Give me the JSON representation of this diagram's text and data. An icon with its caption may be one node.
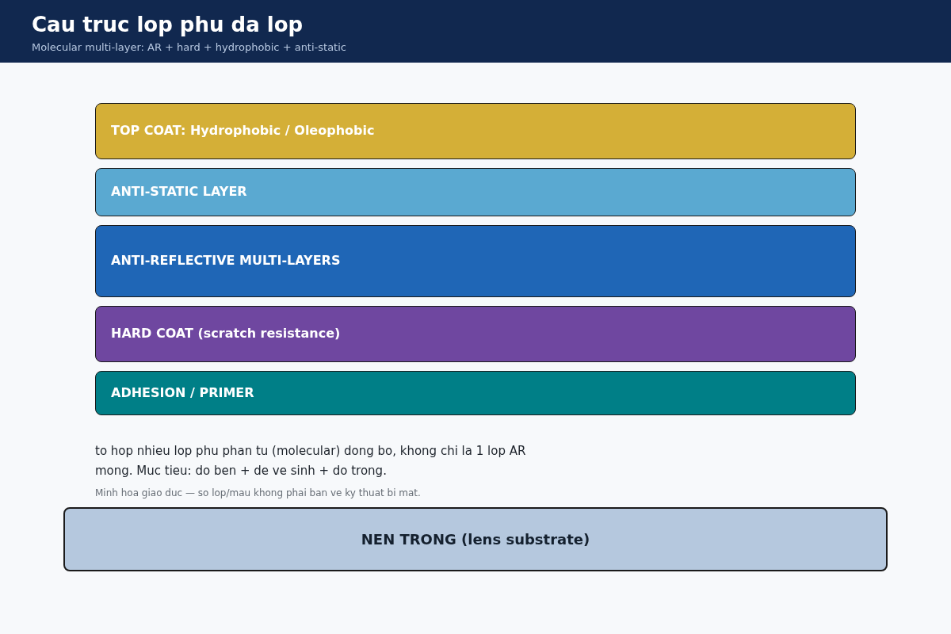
{
  "diagram": {
    "title": "Cau truc lop phu da lop",
    "nodes": [
      {
        "text": [
          "TOP COAT: Hydrophobic / Oleophobic"
        ]
      },
      {
        "text": [
          "ANTI-STATIC LAYER"
        ]
      },
      {
        "text": [
          "ANTI-REFLECTIVE MULTI-LAYERS"
        ]
      },
      {
        "text": [
          "HARD COAT (scratch resistance)"
        ]
      },
      {
        "text": [
          "ADHESION / PRIMER"
        ]
      },
      {
        "text": [
          "NEN TRONG (lens substrate)"
        ]
      }
    ],
    "edges": [],
    "labels": [
      "Molecular multi-layer: AR + hard + hydrophobic + anti-static",
      "to hop nhieu lop phu phan tu (molecular) dong bo, khong chi la 1 lop AR mong. Muc tieu: do ben + de ve sinh + do trong.",
      "Minh hoa giao duc — so lop/mau khong phai ban ve ky thuat bi mat."
    ]
  }
}
